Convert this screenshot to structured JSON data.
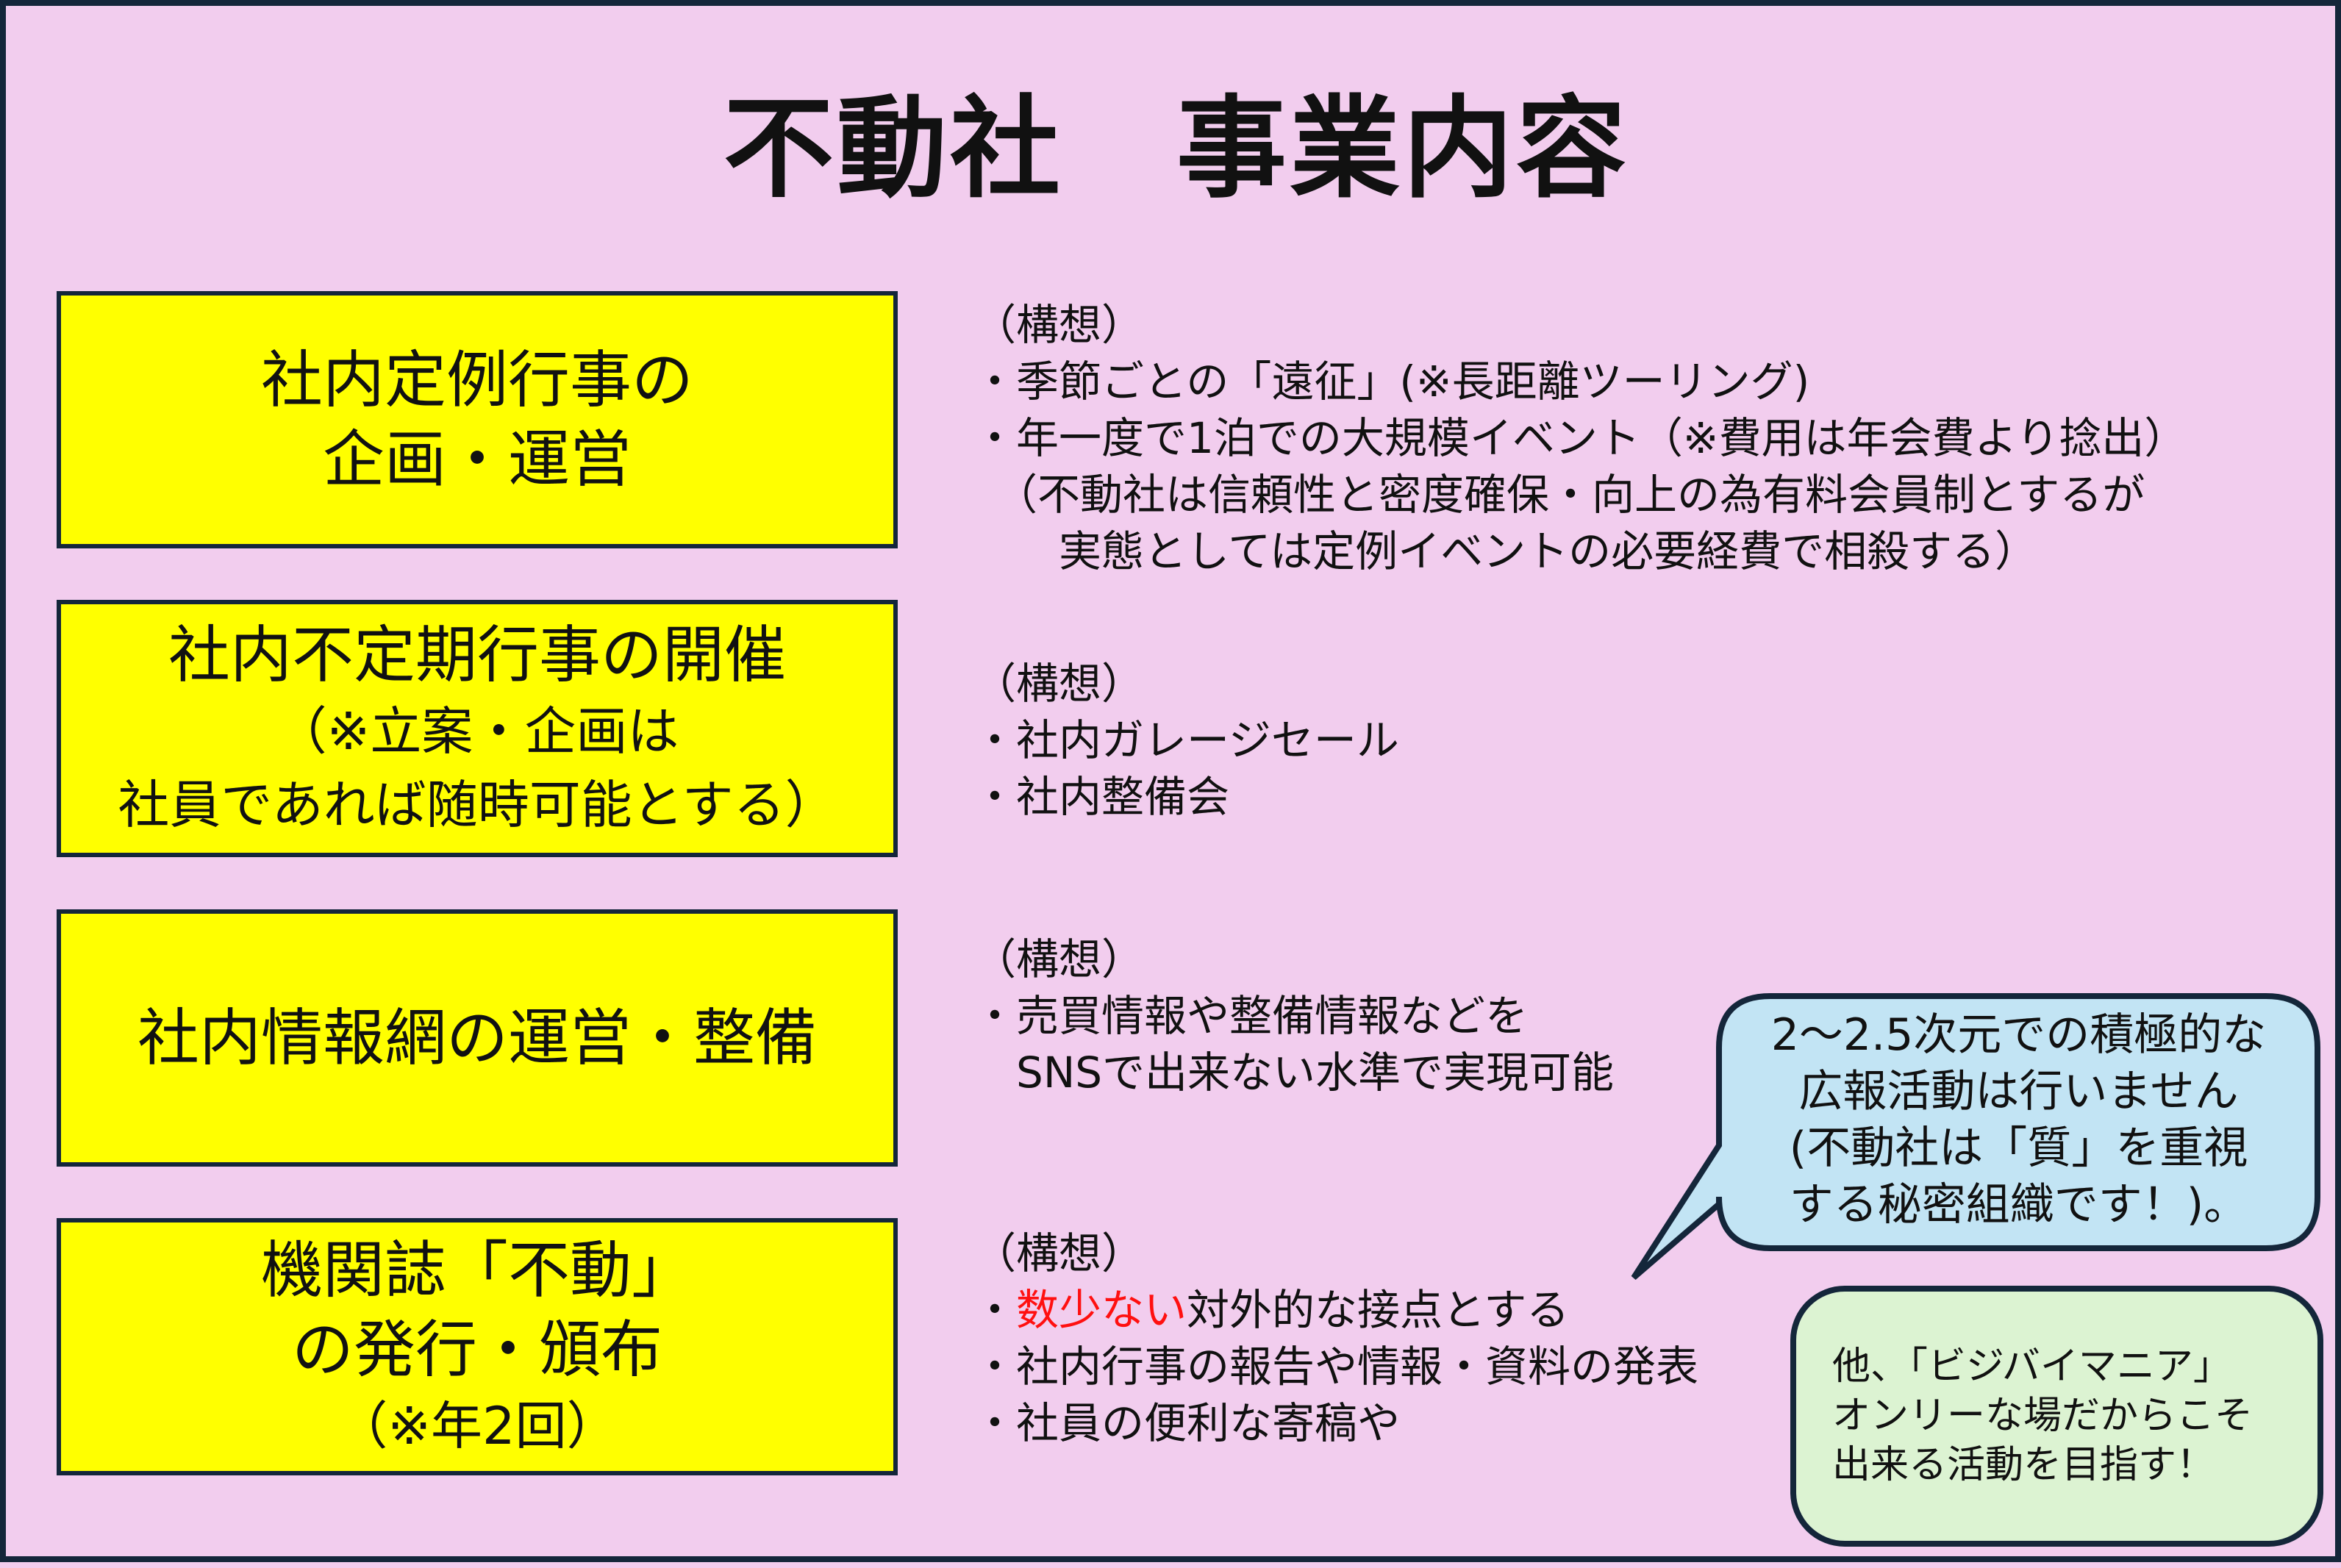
{
  "title": "不動社　事業内容",
  "sections": [
    {
      "box": [
        "社内定例行事の",
        "企画・運営"
      ],
      "desc": [
        "（構想）",
        "・季節ごとの「遠征」(※長距離ツーリング)",
        "・年一度で1泊での大規模イベント（※費用は年会費より捻出）",
        "　（不動社は信頼性と密度確保・向上の為有料会員制とするが",
        "　　実態としては定例イベントの必要経費で相殺する）"
      ]
    },
    {
      "box": [
        "社内不定期行事の開催"
      ],
      "box_sub": [
        "（※立案・企画は",
        "社員であれば随時可能とする）"
      ],
      "desc": [
        "（構想）",
        "・社内ガレージセール",
        "・社内整備会"
      ]
    },
    {
      "box": [
        "社内情報網の運営・整備"
      ],
      "desc": [
        "（構想）",
        "・売買情報や整備情報などを",
        "　SNSで出来ない水準で実現可能"
      ]
    },
    {
      "box": [
        "機関誌「不動」",
        "の発行・頒布"
      ],
      "box_sub": [
        "（※年2回）"
      ],
      "desc_header": "（構想）",
      "desc_red": "数少ない",
      "desc_first_rest": "対外的な接点とする",
      "desc_bullet": "・",
      "desc": [
        "・社内行事の報告や情報・資料の発表",
        "・社員の便利な寄稿や"
      ]
    }
  ],
  "callout_blue": [
    "2〜2.5次元での積極的な",
    "広報活動は行いません",
    "(不動社は「質」を重視",
    "する秘密組織です！)。"
  ],
  "callout_green": [
    "他、「ビジバイマニア」",
    "オンリーな場だからこそ",
    "出来る活動を目指す！"
  ],
  "colors": {
    "background": "#f2cdee",
    "box": "#ffff00",
    "border": "#14263a",
    "blue": "#c2e4f4",
    "green": "#dcf3d2",
    "accent": "#ff1010"
  }
}
